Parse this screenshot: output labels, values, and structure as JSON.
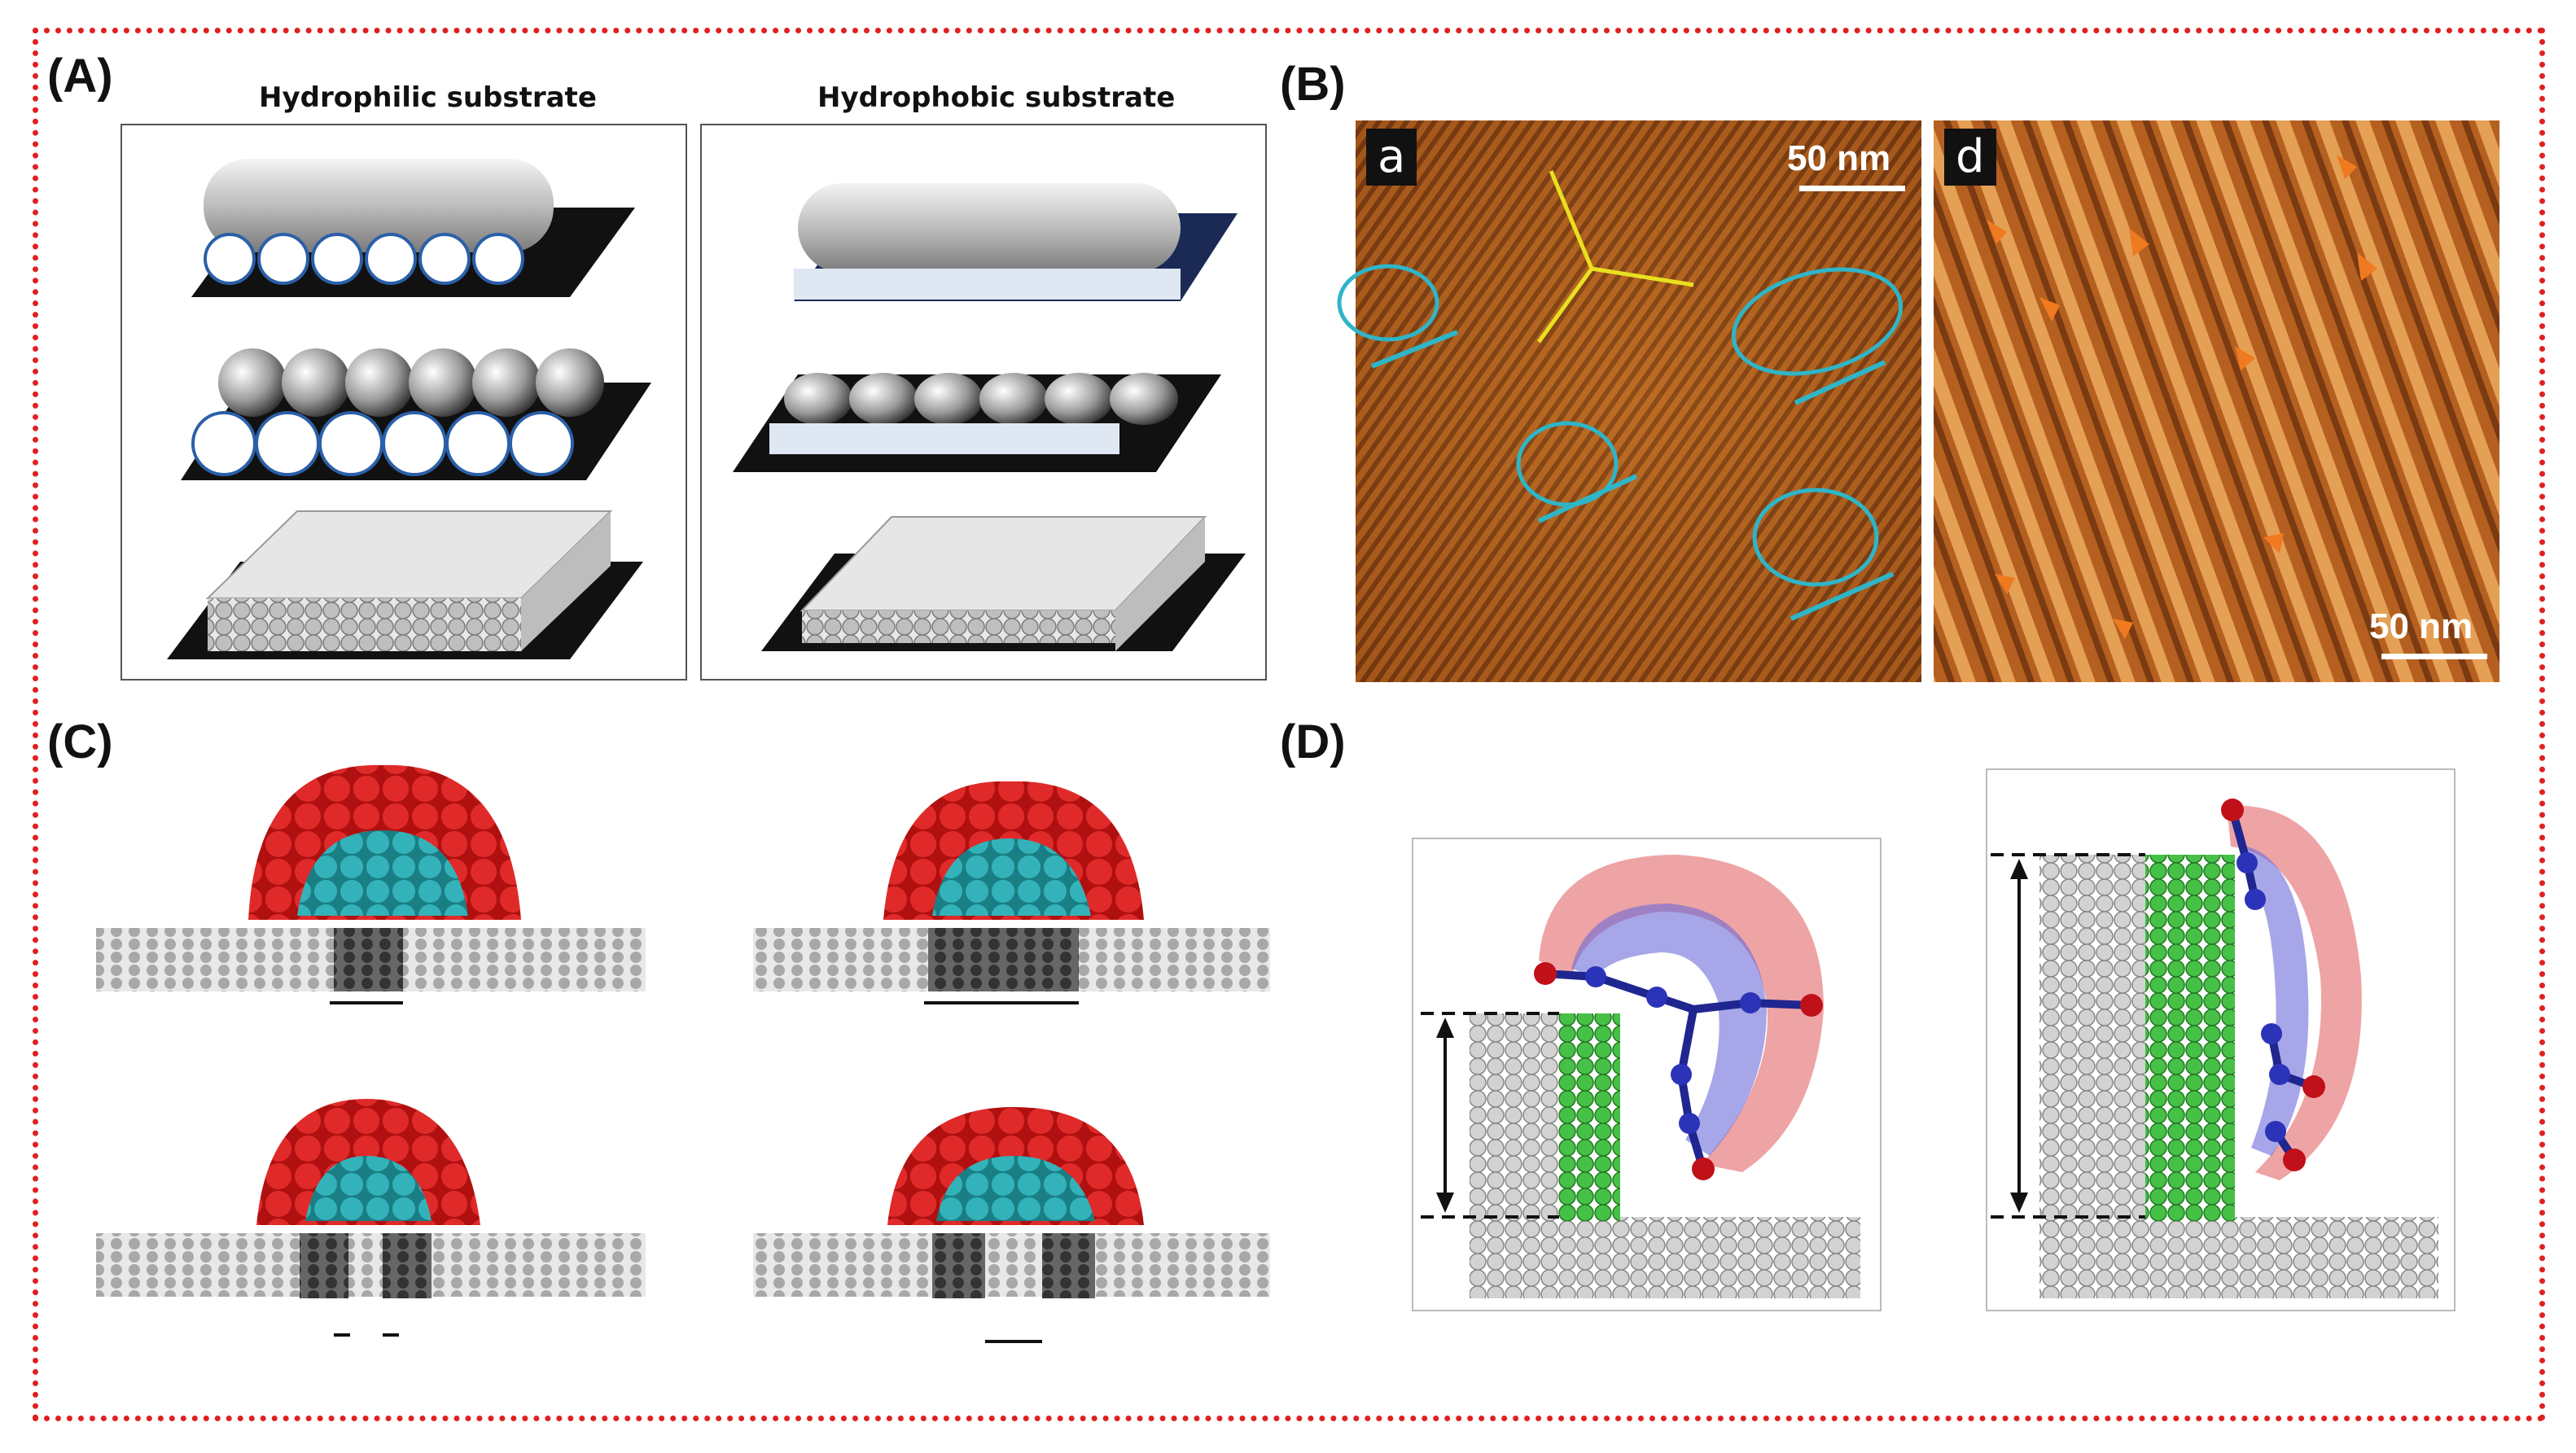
{
  "panels": {
    "A": {
      "label": "(A)",
      "left_title": "Hydrophilic substrate",
      "right_title": "Hydrophobic substrate"
    },
    "B": {
      "label": "(B)",
      "img_a_label": "a",
      "img_d_label": "d",
      "scale_a": "50 nm",
      "scale_d": "50 nm"
    },
    "C": {
      "label": "(C)"
    },
    "D": {
      "label": "(D)"
    }
  },
  "colors": {
    "frame": "#e02020",
    "afm_brown": "#a0521a",
    "head_red": "#d61f1f",
    "core_teal": "#2aa7ad",
    "green": "#3bbf3b",
    "blue": "#2b2fa6"
  }
}
